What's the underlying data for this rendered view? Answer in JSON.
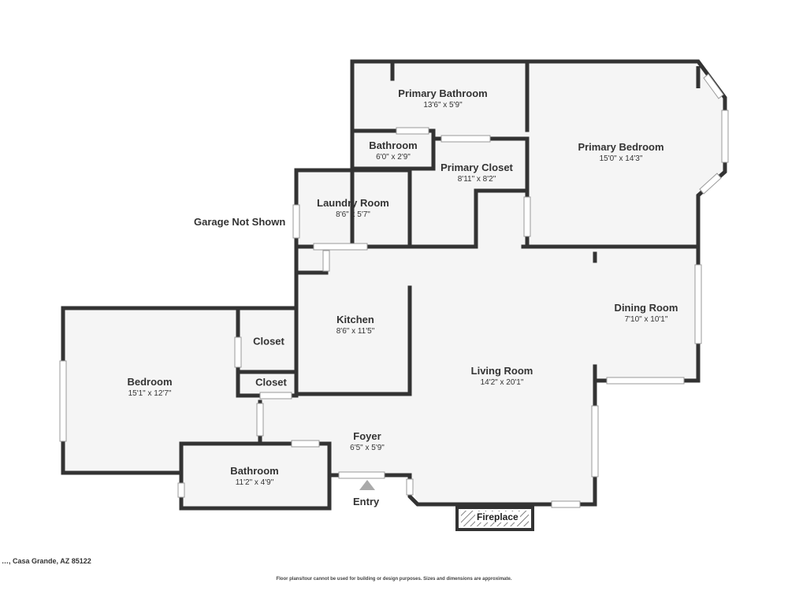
{
  "rooms": {
    "primary_bathroom": {
      "name": "Primary Bathroom",
      "dims": "13'6\" x 5'9\""
    },
    "primary_bedroom": {
      "name": "Primary Bedroom",
      "dims": "15'0\" x 14'3\""
    },
    "bathroom_small": {
      "name": "Bathroom",
      "dims": "6'0\" x 2'9\""
    },
    "primary_closet": {
      "name": "Primary Closet",
      "dims": "8'11\" x 8'2\""
    },
    "laundry_room": {
      "name": "Laundry Room",
      "dims": "8'6\" x 5'7\""
    },
    "kitchen": {
      "name": "Kitchen",
      "dims": "8'6\" x 11'5\""
    },
    "dining_room": {
      "name": "Dining Room",
      "dims": "7'10\" x 10'1\""
    },
    "living_room": {
      "name": "Living Room",
      "dims": "14'2\" x 20'1\""
    },
    "bedroom": {
      "name": "Bedroom",
      "dims": "15'1\" x 12'7\""
    },
    "closet_upper": {
      "name": "Closet"
    },
    "closet_lower": {
      "name": "Closet"
    },
    "foyer": {
      "name": "Foyer",
      "dims": "6'5\" x 5'9\""
    },
    "bathroom": {
      "name": "Bathroom",
      "dims": "11'2\" x 4'9\""
    }
  },
  "labels": {
    "garage": "Garage Not Shown",
    "entry": "Entry",
    "fireplace": "Fireplace"
  },
  "footer": {
    "address": "…, Casa Grande, AZ 85122",
    "disclaimer": "Floor plans/tour cannot be used for building or design purposes. Sizes and dimensions are approximate."
  },
  "colors": {
    "wall": "#333333",
    "floor": "#f5f5f5",
    "window": "#cfcfcf"
  }
}
